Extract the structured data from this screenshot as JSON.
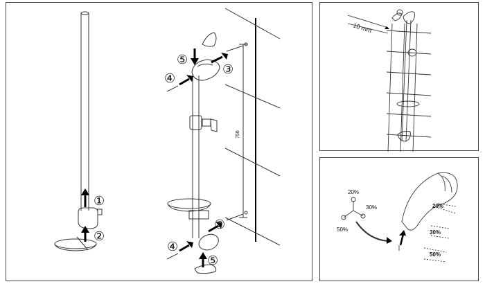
{
  "main_panel": {
    "steps": {
      "s1": "①",
      "s2": "②",
      "s3_top": "③",
      "s4_top": "④",
      "s5_top": "⑤",
      "s3_bot": "③",
      "s4_bot": "④",
      "s5_bot": "⑤"
    },
    "dimension": "756"
  },
  "top_panel": {
    "dimension": "10 mm"
  },
  "bottom_panel": {
    "dial_labels": {
      "p20": "20%",
      "p30": "30%",
      "p50": "50%"
    },
    "spray_labels": {
      "p20": "20%",
      "p30": "30%",
      "p50": "50%"
    }
  }
}
